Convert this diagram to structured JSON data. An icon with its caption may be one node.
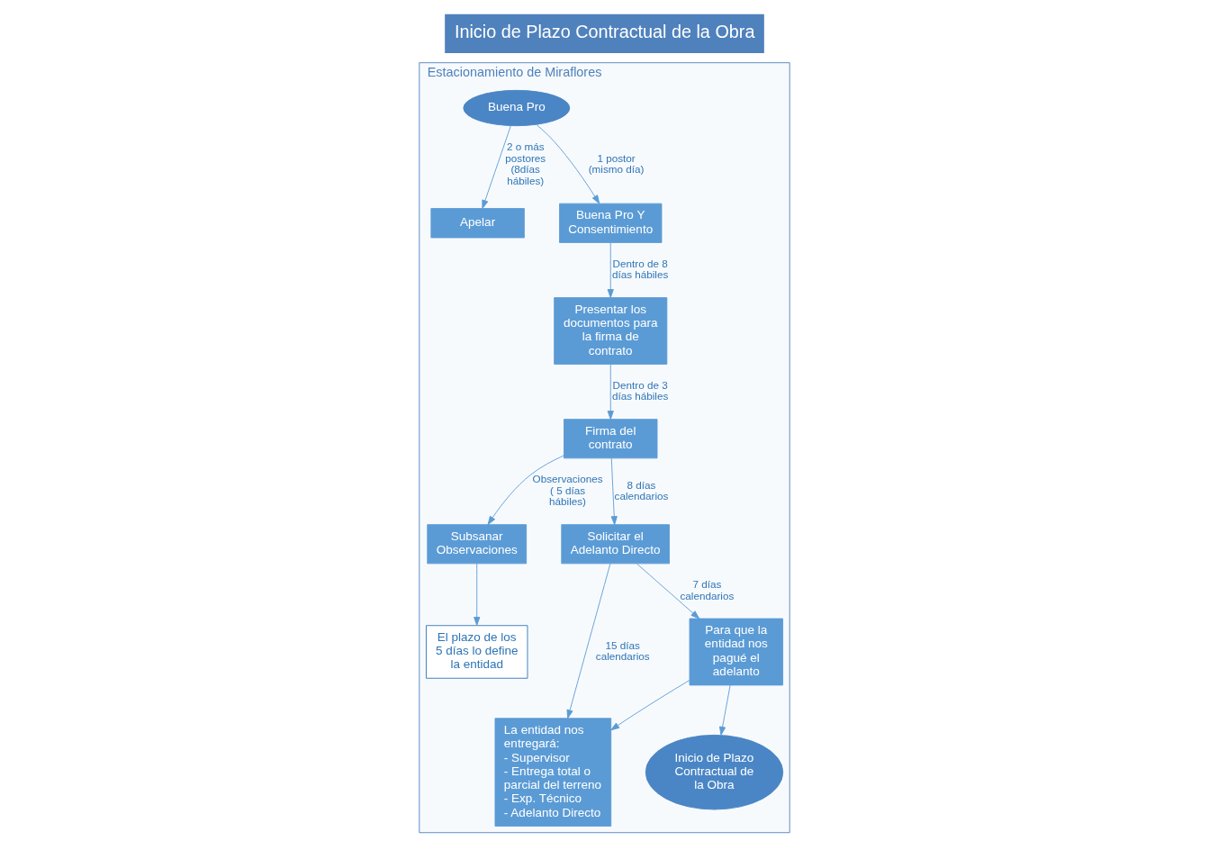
{
  "diagram": {
    "title": "Inicio de Plazo Contractual de la Obra",
    "nodes": [
      {
        "text": [
          "Estacionamiento de Miraflores"
        ]
      },
      {
        "text": [
          "Buena Pro"
        ],
        "in": 0
      },
      {
        "text": [
          "Apelar"
        ],
        "in": 0
      },
      {
        "text": [
          "Buena Pro Y Consentimiento"
        ],
        "in": 0
      },
      {
        "text": [
          "Presentar los documentos para la firma de contrato"
        ],
        "in": 0
      },
      {
        "text": [
          "Firma del contrato"
        ],
        "in": 0
      },
      {
        "text": [
          "Subsanar Observaciones"
        ],
        "in": 0
      },
      {
        "text": [
          "El plazo de los 5 días lo define la entidad"
        ],
        "in": 0
      },
      {
        "text": [
          "Solicitar el Adelanto Directo"
        ],
        "in": 0
      },
      {
        "text": [
          "Para que la entidad nos pagué el adelanto"
        ],
        "in": 0
      },
      {
        "text": [
          "La entidad nos entregará:",
          "- Supervisor",
          "- Entrega total o parcial del terreno",
          "- Exp. Técnico",
          "- Adelanto Directo"
        ],
        "in": 0
      },
      {
        "text": [
          "Inicio de Plazo Contractual de la Obra"
        ],
        "in": 0
      }
    ],
    "edges": [
      {
        "from": 1,
        "to": 2,
        "arrow": "to",
        "label": "2 o más postores (8días hábiles)"
      },
      {
        "from": 1,
        "to": 3,
        "arrow": "to",
        "label": "1 postor (mismo día)"
      },
      {
        "from": 3,
        "to": 4,
        "arrow": "to",
        "label": "Dentro de 8 días hábiles"
      },
      {
        "from": 4,
        "to": 5,
        "arrow": "to",
        "label": "Dentro de 3 días hábiles"
      },
      {
        "from": 5,
        "to": 6,
        "arrow": "to",
        "label": "Observaciones ( 5 días hábiles)"
      },
      {
        "from": 6,
        "to": 7,
        "arrow": "to"
      },
      {
        "from": 5,
        "to": 8,
        "arrow": "to",
        "label": "8 días calendarios"
      },
      {
        "from": 8,
        "to": 9,
        "arrow": "to",
        "label": "7 días calendarios"
      },
      {
        "from": 8,
        "to": 10,
        "arrow": "to",
        "label": "15 días calendarios"
      },
      {
        "from": 9,
        "to": 10,
        "arrow": "to"
      },
      {
        "from": 9,
        "to": 11,
        "arrow": "to"
      }
    ]
  }
}
